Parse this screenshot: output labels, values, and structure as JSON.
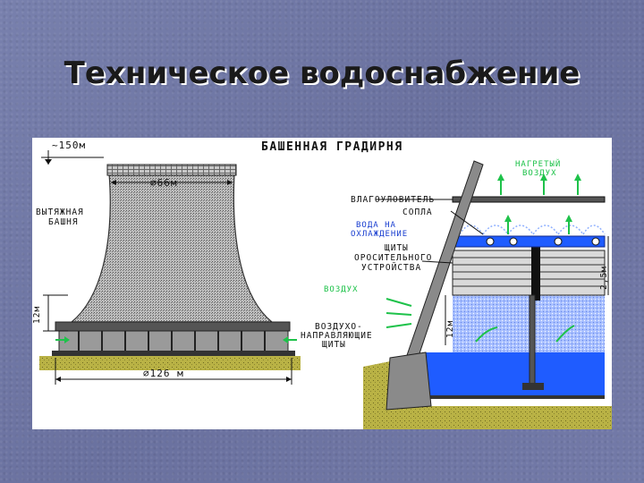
{
  "slide": {
    "title": "Техническое водоснабжение"
  },
  "diagram": {
    "heading": "БАШЕННАЯ ГРАДИРНЯ",
    "labels": {
      "height_total": "~150м",
      "top_diameter": "⌀66м",
      "exhaust_tower_line1": "ВЫТЯЖНАЯ",
      "exhaust_tower_line2": "БАШНЯ",
      "height_inlet": "12м",
      "base_diameter": "⌀126 м",
      "droplet_catcher": "ВЛАГОУЛОВИТЕЛЬ",
      "nozzles": "СОПЛА",
      "water_line1": "ВОДА НА",
      "water_line2": "ОХЛАЖДЕНИЕ",
      "shields_line1": "ЩИТЫ",
      "shields_line2": "ОРОСИТЕЛЬНОГО",
      "shields_line3": "УСТРОЙСТВА",
      "air": "ВОЗДУХ",
      "guide_line1": "ВОЗДУХО-",
      "guide_line2": "НАПРАВЛЯЮЩИЕ",
      "guide_line3": "ЩИТЫ",
      "hot_air_line1": "НАГРЕТЫЙ",
      "hot_air_line2": "ВОЗДУХ",
      "height_right": "12м",
      "fill_height": "2,5м"
    },
    "colors": {
      "tower_fill": "#9a9a9a",
      "water_blue": "#1f5cff",
      "spray_blue": "#8fb0ff",
      "ground": "#b8b043",
      "arrow_green": "#1ec24a",
      "label_blue": "#1a3fd0"
    }
  }
}
